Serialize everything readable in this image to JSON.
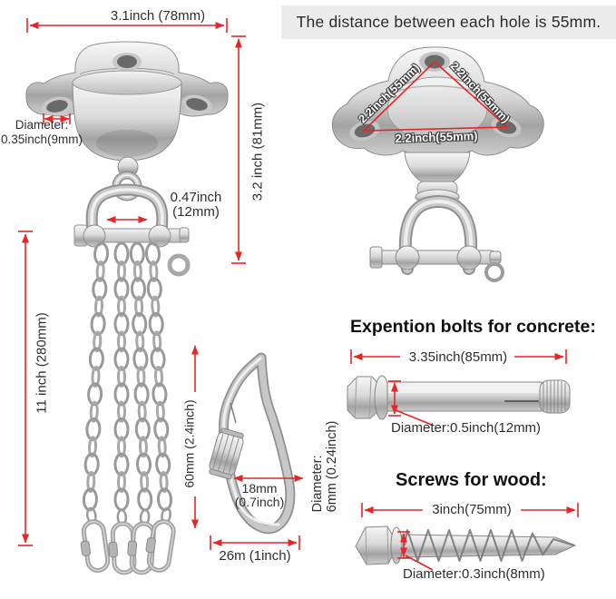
{
  "banner": {
    "text": "The distance between each hole is 55mm."
  },
  "front_view": {
    "width": "3.1inch (78mm)",
    "height": "3.2 inch (81mm)",
    "hole_diameter_line1": "Diameter:",
    "hole_diameter_line2": "0.35inch(9mm)",
    "shackle_width_line1": "0.47inch",
    "shackle_width_line2": "(12mm)",
    "chain_length": "11 inch (280mm)"
  },
  "top_view": {
    "side_left": "2.2inch(55mm)",
    "side_right": "2.2inch(55mm)",
    "side_bottom": "2.2inch(55mm)"
  },
  "carabiner": {
    "height": "60mm (2.4inch)",
    "inner_width_line1": "18mm",
    "inner_width_line2": "(0.7inch)",
    "wire_diameter_line1": "Diameter:",
    "wire_diameter_line2": "6mm (0.24inch)",
    "width": "26m (1inch)"
  },
  "concrete_bolt": {
    "title": "Expention bolts for concrete:",
    "length": "3.35inch(85mm)",
    "diameter": "Diameter:0.5inch(12mm)"
  },
  "wood_screw": {
    "title": "Screws for wood:",
    "length": "3inch(75mm)",
    "diameter": "Diameter:0.3inch(8mm)"
  },
  "colors": {
    "dimension": "#e82527",
    "banner_bg": "#ececec",
    "text": "#2e2e2e"
  }
}
